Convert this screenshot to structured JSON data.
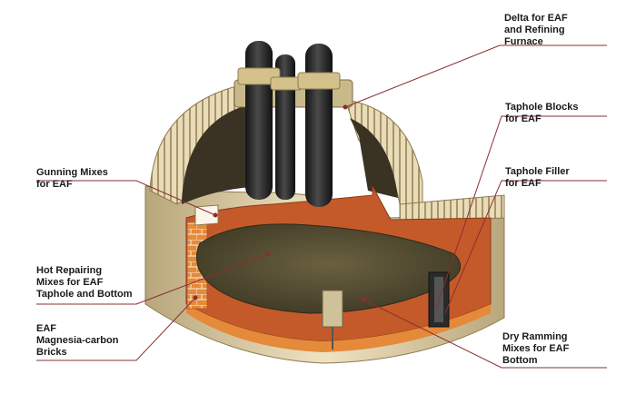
{
  "labels": {
    "delta": "Delta for EAF\nand Refining\nFurnace",
    "taphole_blocks": "Taphole Blocks\nfor EAF",
    "taphole_filler": "Taphole Filler\nfor EAF",
    "gunning": "Gunning Mixes\nfor EAF",
    "hot_repairing": "Hot Repairing\nMixes for EAF\nTaphole and Bottom",
    "magnesia": " EAF\nMagnesia-carbon\nBricks",
    "dry_ramming": "Dry Ramming\nMixes for EAF\nBottom"
  },
  "colors": {
    "leader": "#8a2f2f",
    "refractory": "#c45a2a",
    "lining_brick": "#e58a3a",
    "shell": "#d8c9a0",
    "electrode": "#2a2a2a",
    "melt": "#5a5033"
  }
}
